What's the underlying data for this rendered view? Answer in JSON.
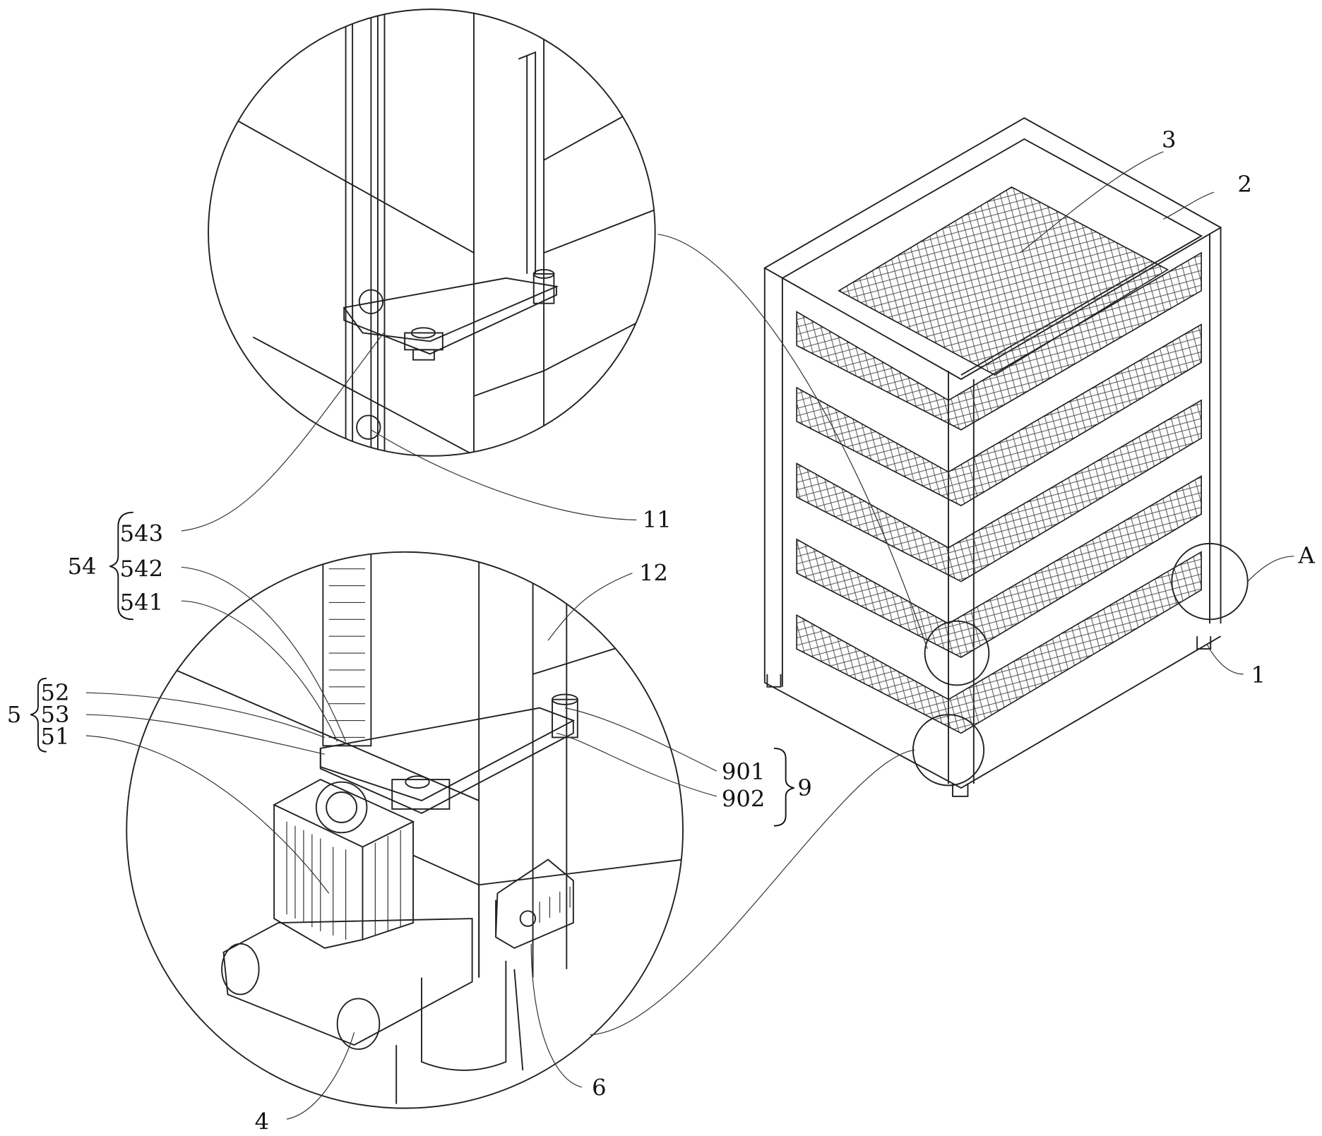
{
  "figure": {
    "labels": {
      "l1": "1",
      "l2": "2",
      "l3": "3",
      "lA": "A",
      "l11": "11",
      "l12": "12",
      "l54": "54",
      "l543": "543",
      "l542": "542",
      "l541": "541",
      "l5": "5",
      "l52": "52",
      "l53": "53",
      "l51": "51",
      "l9": "9",
      "l901": "901",
      "l902": "902",
      "l6": "6",
      "l4": "4"
    },
    "colors": {
      "line": "#222222",
      "background": "#ffffff"
    }
  }
}
